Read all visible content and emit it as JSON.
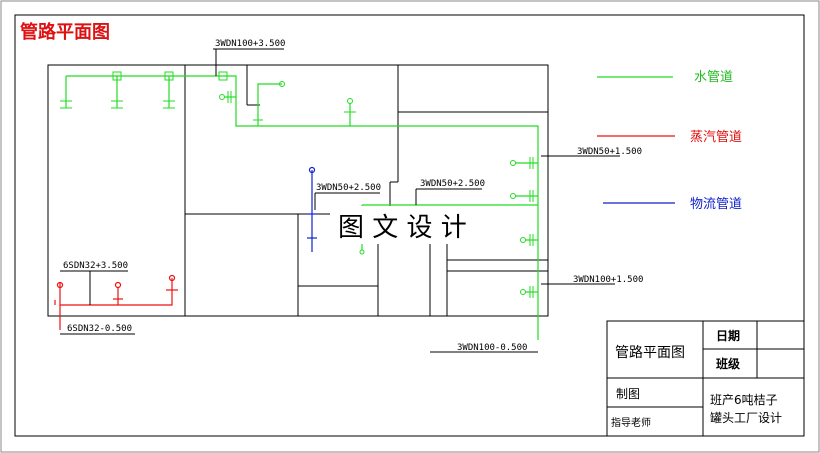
{
  "title": "管路平面图",
  "colors": {
    "water": "#22dd22",
    "steam": "#ee1111",
    "material": "#1122cc",
    "title": "#dd1111",
    "line": "#000000"
  },
  "legend": [
    {
      "label": "水管道",
      "key": "water"
    },
    {
      "label": "蒸汽管道",
      "key": "steam"
    },
    {
      "label": "物流管道",
      "key": "material"
    }
  ],
  "annotations": {
    "a1": "3WDN100+3.500",
    "a2": "3WDN50+1.500",
    "a3": "3WDN50+2.500",
    "a4": "3WDN50+2.500",
    "a5": "3WDN100+1.500",
    "a6": "6SDN32+3.500",
    "a7": "6SDN32-0.500",
    "a8": "3WDN100-0.500"
  },
  "watermark": "图 文 设 计",
  "title_block": {
    "drawing_name": "管路平面图",
    "date_label": "日期",
    "class_label": "班级",
    "drawn_label": "制图",
    "advisor_label": "指导老师",
    "project_line1": "班产6吨桔子",
    "project_line2": "罐头工厂设计"
  }
}
